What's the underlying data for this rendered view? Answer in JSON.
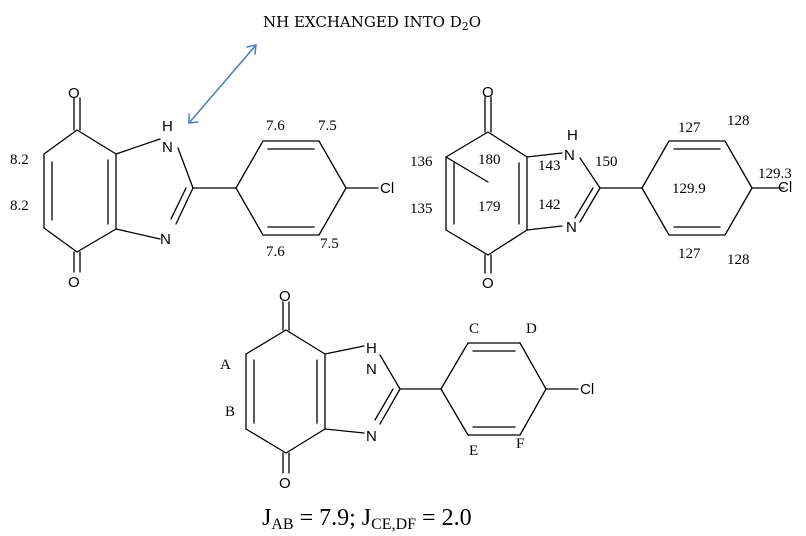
{
  "header": {
    "annotation_main": "NH EXCHANGED INTO D",
    "annotation_sub": "2",
    "annotation_tail": "O"
  },
  "molecule_1H": {
    "atoms": {
      "O_top": "O",
      "O_bottom": "O",
      "NH": "H",
      "N_H": "N",
      "N": "N",
      "Cl": "Cl"
    },
    "shifts": {
      "ring_top": "8.2",
      "ring_bottom": "8.2",
      "phenyl_ortho_top": "7.6",
      "phenyl_meta_top": "7.5",
      "phenyl_ortho_bottom": "7.6",
      "phenyl_meta_bottom": "7.5"
    }
  },
  "molecule_13C": {
    "atoms": {
      "O_top": "O",
      "O_bottom": "O",
      "NH": "H",
      "N_H": "N",
      "N": "N",
      "Cl": "Cl"
    },
    "shifts": {
      "c_136": "136",
      "c_135": "135",
      "c_180": "180",
      "c_179": "179",
      "c_143": "143",
      "c_142": "142",
      "c_150": "150",
      "c_127_top": "127",
      "c_128_top": "128",
      "c_129_9": "129.9",
      "c_129_3": "129.3",
      "c_127_bottom": "127",
      "c_128_bottom": "128"
    }
  },
  "molecule_labels": {
    "atoms": {
      "O_top": "O",
      "O_bottom": "O",
      "NH": "H",
      "N_H": "N",
      "N": "N",
      "Cl": "Cl"
    },
    "labels": {
      "A": "A",
      "B": "B",
      "C": "C",
      "D": "D",
      "E": "E",
      "F": "F"
    }
  },
  "coupling": {
    "j1": "J",
    "j1_sub": "AB",
    "j1_value": " = 7.9; ",
    "j2": "J",
    "j2_sub": "CE,DF",
    "j2_value": " = 2.0"
  }
}
